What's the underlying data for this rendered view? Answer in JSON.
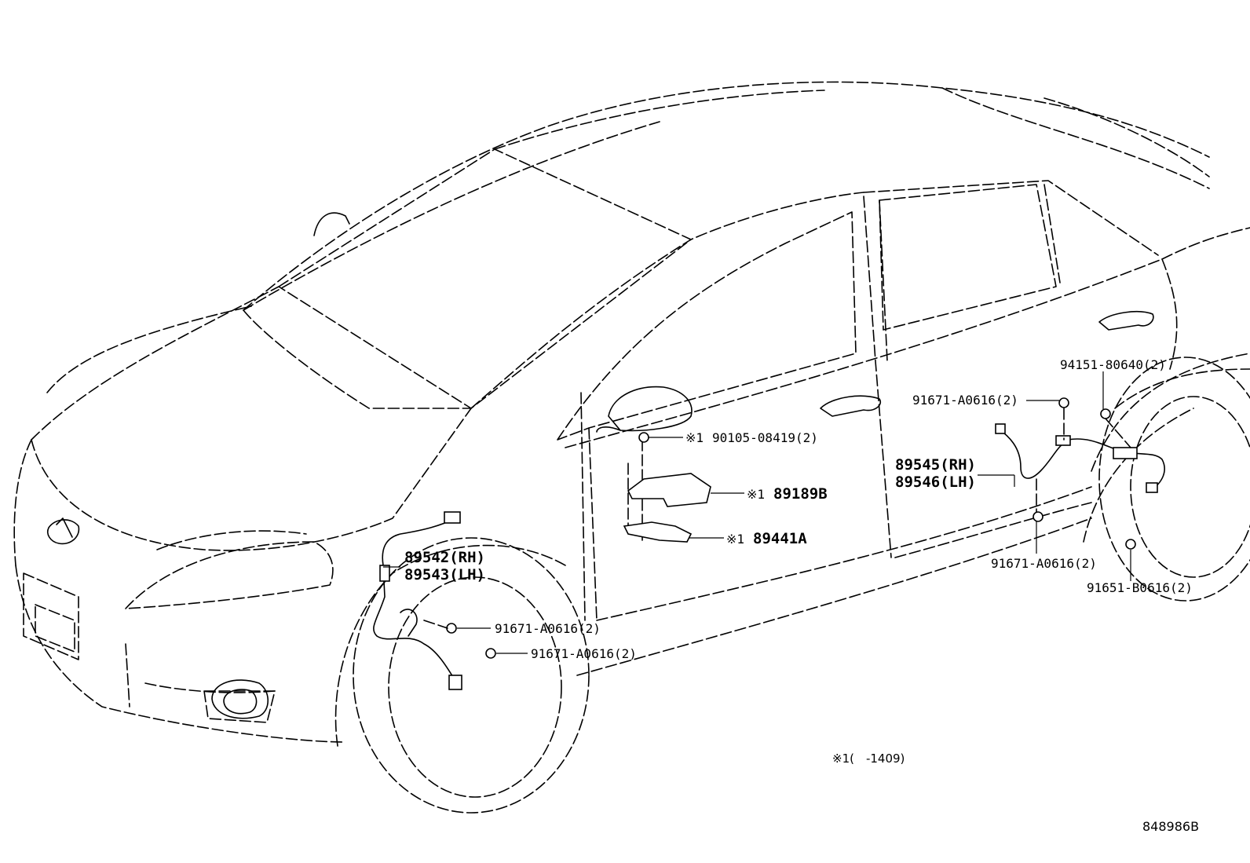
{
  "diagram": {
    "callouts": {
      "front_sensor_rh": "89542(RH)",
      "front_sensor_lh": "89543(LH)",
      "front_bolt_upper": "91671-A0616(2)",
      "front_bolt_lower": "91671-A0616(2)",
      "ecu_bolt_mark": "※1",
      "ecu_bolt": "90105-08419(2)",
      "ecu_cover_mark": "※1",
      "ecu_cover": "89189B",
      "ecu_bracket_mark": "※1",
      "ecu_bracket": "89441A",
      "rear_sensor_rh": "89545(RH)",
      "rear_sensor_lh": "89546(LH)",
      "rear_bolt_upper": "91671-A0616(2)",
      "rear_bolt_lower": "91671-A0616(2)",
      "rear_nut": "94151-80640(2)",
      "rear_bolt_wheel": "91651-B0616(2)"
    },
    "footnote": "※1(　-1409)",
    "illustration_code": "848986B"
  }
}
